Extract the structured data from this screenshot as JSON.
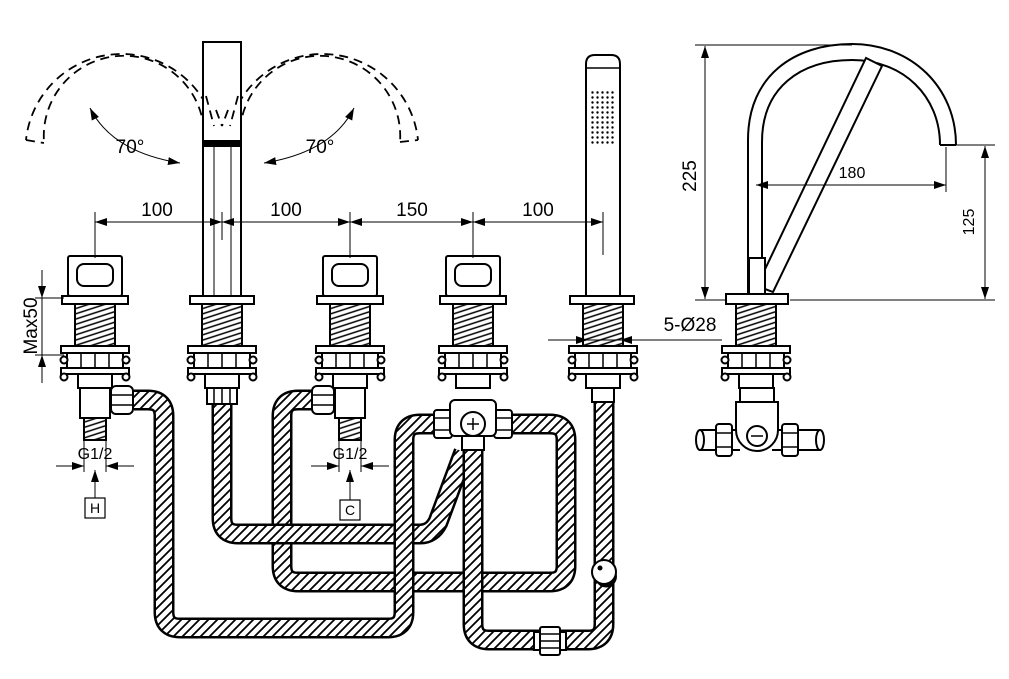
{
  "rotation": {
    "left_angle": "70°",
    "right_angle": "70°"
  },
  "centre_distances": [
    "100",
    "100",
    "150",
    "100"
  ],
  "deck_thickness": "Max50",
  "hole_spec": "5-Ø28",
  "inlets": {
    "hot_thread": "G1/2",
    "cold_thread": "G1/2",
    "hot_mark": "H",
    "cold_mark": "C"
  },
  "side_view": {
    "overall_height": "225",
    "spout_reach": "180",
    "spout_clearance": "125"
  }
}
